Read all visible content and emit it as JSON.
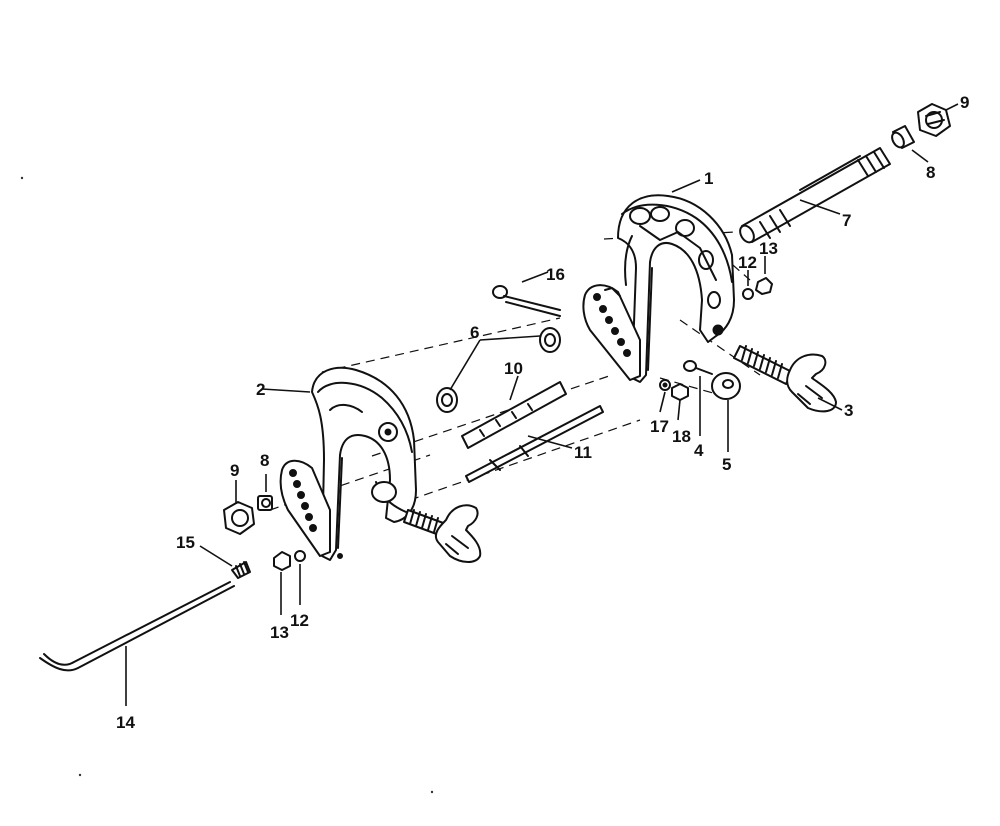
{
  "diagram": {
    "callouts": {
      "c1": "1",
      "c2": "2",
      "c3": "3",
      "c4": "4",
      "c5": "5",
      "c6": "6",
      "c7": "7",
      "c8a": "8",
      "c8b": "8",
      "c9a": "9",
      "c9b": "9",
      "c10": "10",
      "c11": "11",
      "c12a": "12",
      "c12b": "12",
      "c13a": "13",
      "c13b": "13",
      "c14": "14",
      "c15": "15",
      "c16": "16",
      "c17": "17",
      "c18": "18"
    }
  }
}
